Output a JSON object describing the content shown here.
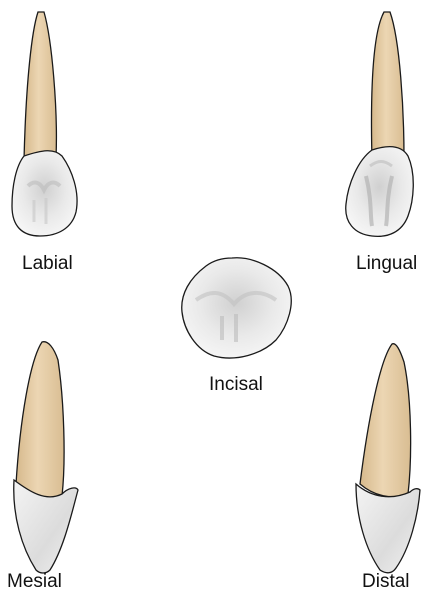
{
  "views": {
    "labial": "Labial",
    "lingual": "Lingual",
    "incisal": "Incisal",
    "mesial": "Mesial",
    "distal": "Distal"
  },
  "colors": {
    "root": "#e6cda6",
    "root_shadow": "#c9a97b",
    "crown": "#eeeeee",
    "crown_shadow": "#b9b9b9",
    "outline": "#1a1a1a"
  }
}
